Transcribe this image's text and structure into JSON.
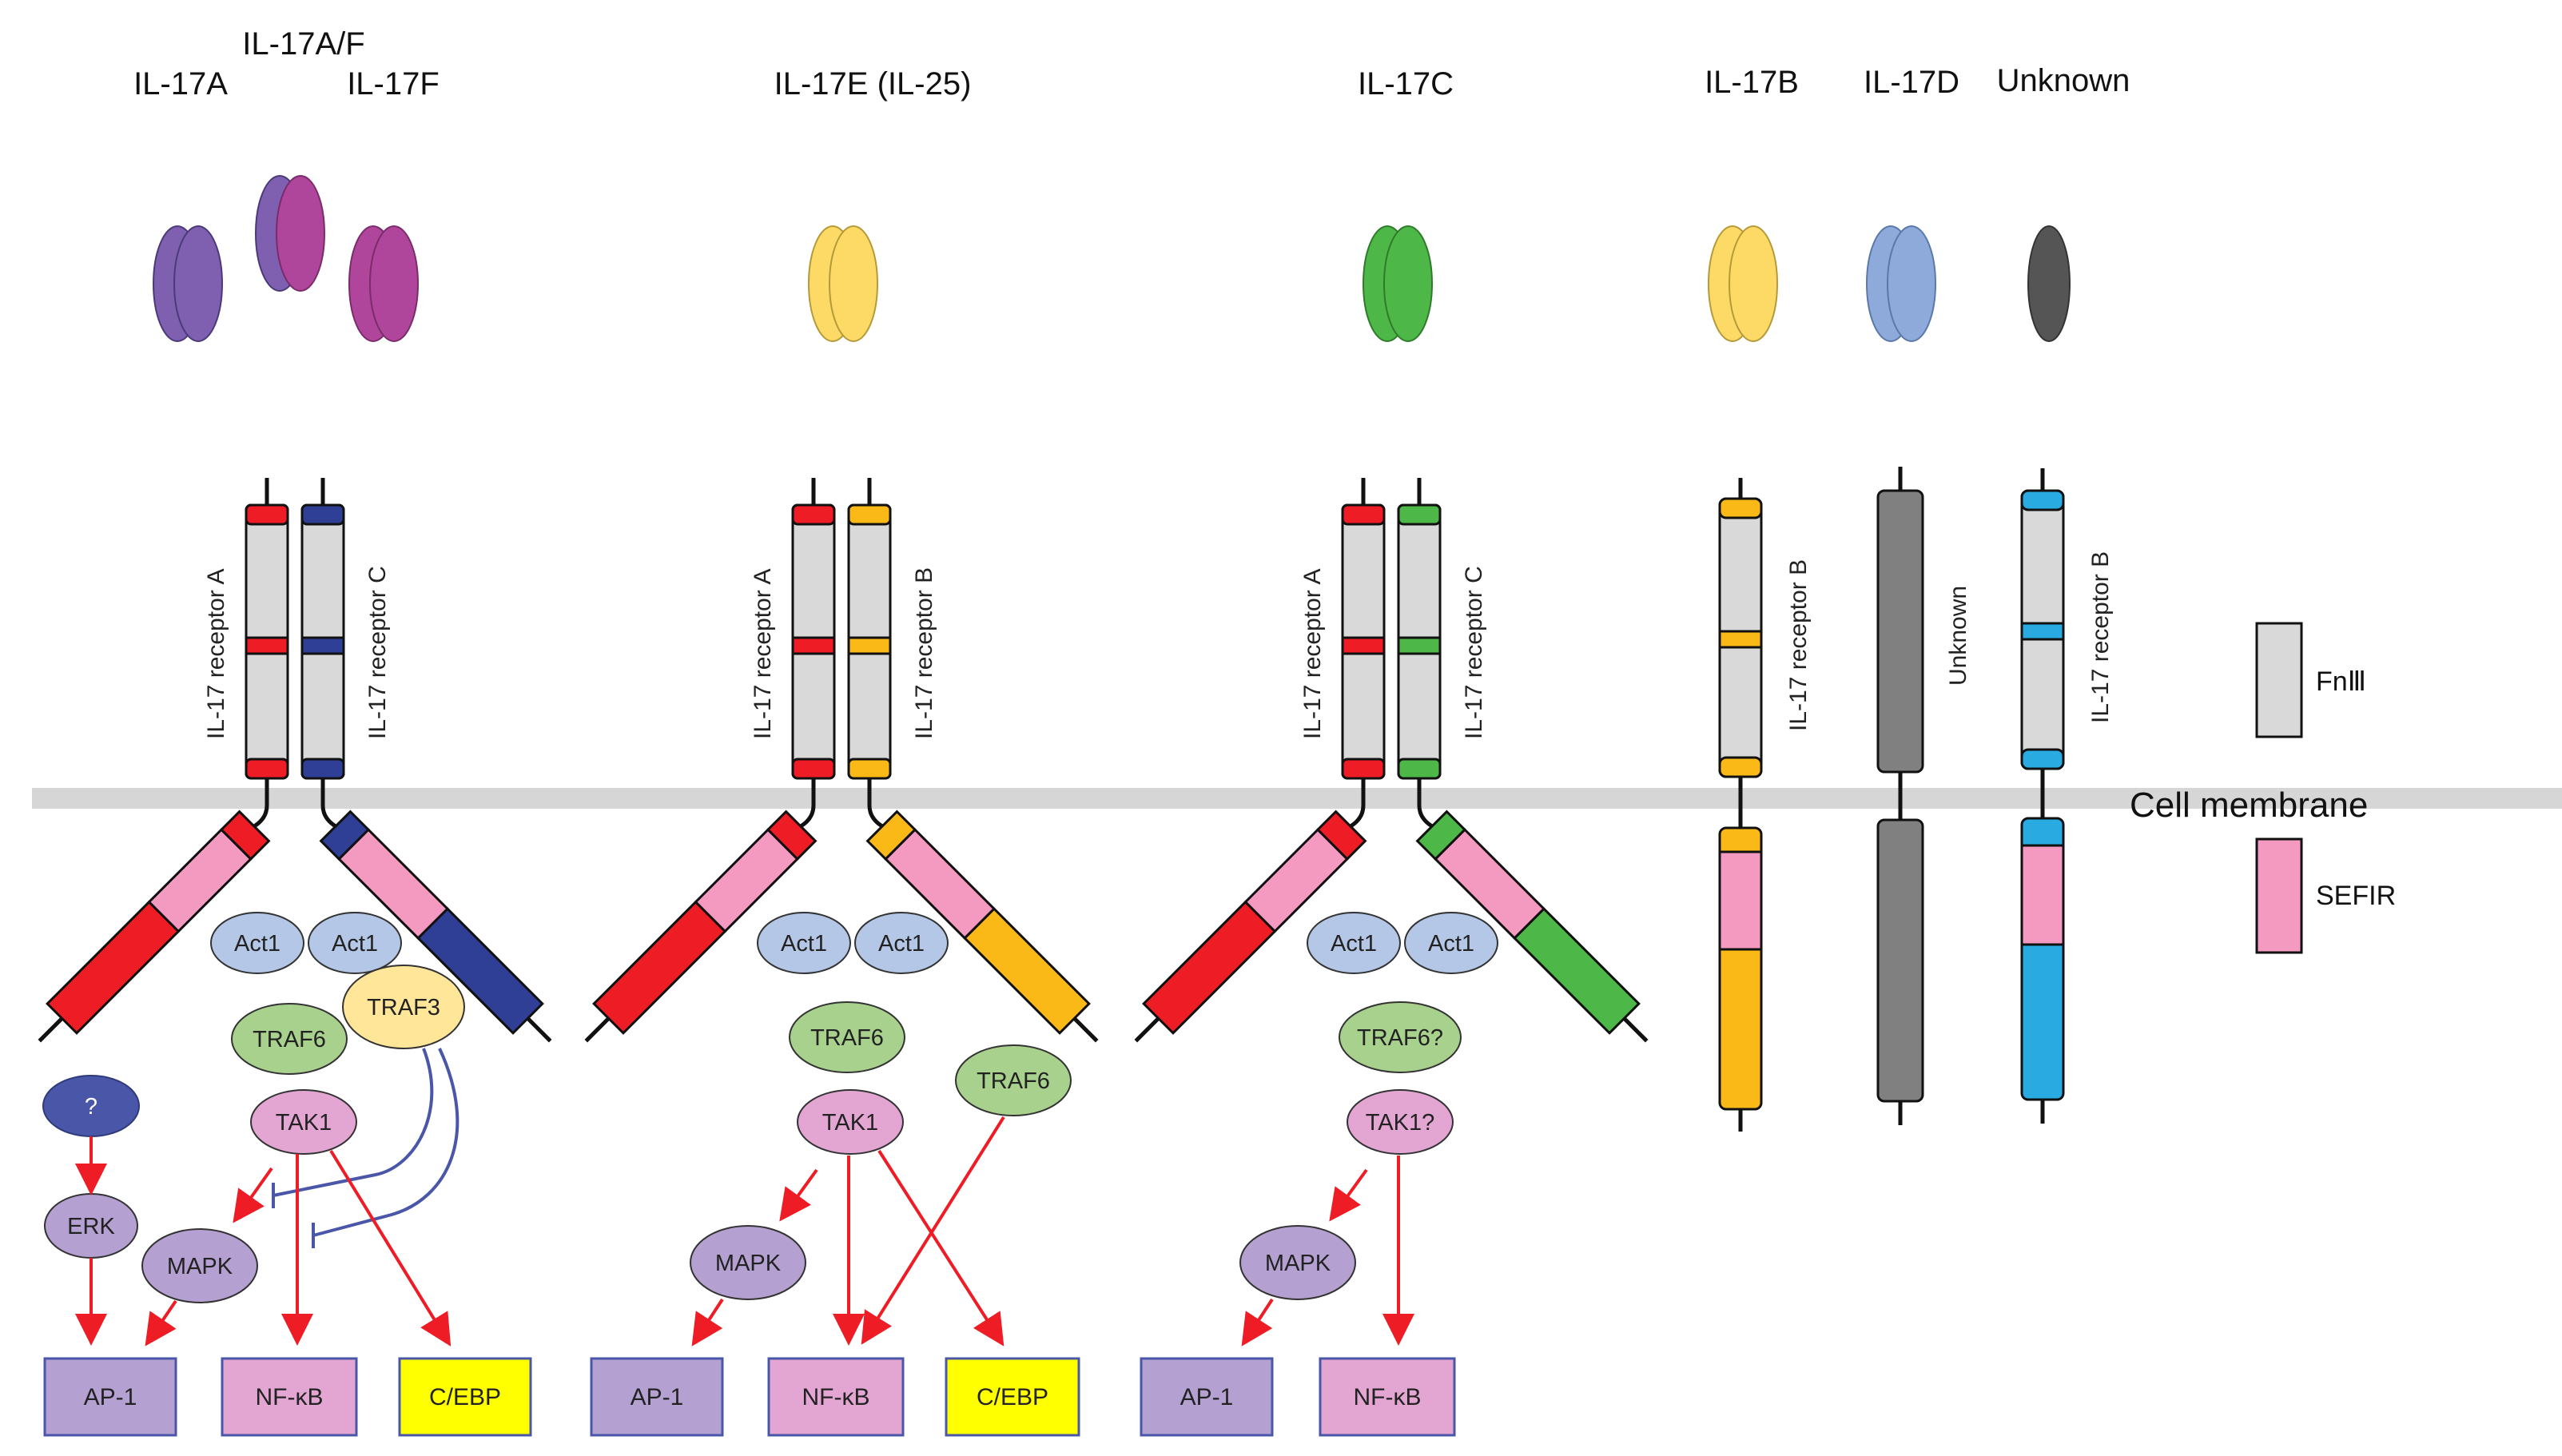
{
  "ligands": {
    "il17a": "IL-17A",
    "il17af": "IL-17A/F",
    "il17f": "IL-17F",
    "il17e": "IL-17E (IL-25)",
    "il17c": "IL-17C",
    "il17b": "IL-17B",
    "il17d": "IL-17D",
    "unknown": "Unknown"
  },
  "receptors": {
    "g1_a": "IL-17 receptor A",
    "g1_c": "IL-17 receptor C",
    "g2_a": "IL-17 receptor A",
    "g2_b": "IL-17 receptor B",
    "g3_a": "IL-17 receptor A",
    "g3_c": "IL-17 receptor C",
    "g4_b": "IL-17 receptor B",
    "g5_unknown": "Unknown",
    "g6_b": "IL-17 receptor B"
  },
  "membrane": "Cell membrane",
  "legend": {
    "fn3": "FnⅢ",
    "sefir": "SEFIR"
  },
  "nodes": {
    "g1_act1_a": "Act1",
    "g1_act1_b": "Act1",
    "g1_traf3": "TRAF3",
    "g1_traf6": "TRAF6",
    "g1_tak1": "TAK1",
    "g1_q": "?",
    "g1_erk": "ERK",
    "g1_mapk": "MAPK",
    "g2_act1_a": "Act1",
    "g2_act1_b": "Act1",
    "g2_traf6_a": "TRAF6",
    "g2_traf6_b": "TRAF6",
    "g2_tak1": "TAK1",
    "g2_mapk": "MAPK",
    "g3_act1_a": "Act1",
    "g3_act1_b": "Act1",
    "g3_traf6": "TRAF6?",
    "g3_tak1": "TAK1?",
    "g3_mapk": "MAPK"
  },
  "outputs": {
    "g1_ap1": "AP-1",
    "g1_nfkb": "NF-κB",
    "g1_cebp": "C/EBP",
    "g2_ap1": "AP-1",
    "g2_nfkb": "NF-κB",
    "g2_cebp": "C/EBP",
    "g3_ap1": "AP-1",
    "g3_nfkb": "NF-κB"
  },
  "colors": {
    "receptor_a": "#ee1c25",
    "receptor_c_g1": "#2e3f95",
    "receptor_b": "#fbb917",
    "receptor_c_g3": "#4db848",
    "receptor_b_unknown": "#29abe2",
    "unknown_receptor": "#808080",
    "fn3": "#d9d9d9",
    "sefir": "#f49ac1",
    "membrane": "#d6d6d6",
    "il17a": "#7e5fb0",
    "il17f": "#b0459c",
    "il17e": "#fdd966",
    "il17c": "#4db848",
    "il17b": "#fdd966",
    "il17d": "#8eaadb",
    "unknown_ligand": "#555555",
    "act1": "#b4c7e7",
    "traf3": "#ffe699",
    "traf6": "#a9d18e",
    "tak1": "#e3a6d3",
    "mapk": "#b4a0d1",
    "q_node": "#4a57a8",
    "ap1_box": "#b4a0d1",
    "nfkb_box": "#e3a6d3",
    "cebp_box": "#ffff00",
    "activation_arrow": "#ee1c25",
    "inhibition_line": "#4a57a8"
  }
}
